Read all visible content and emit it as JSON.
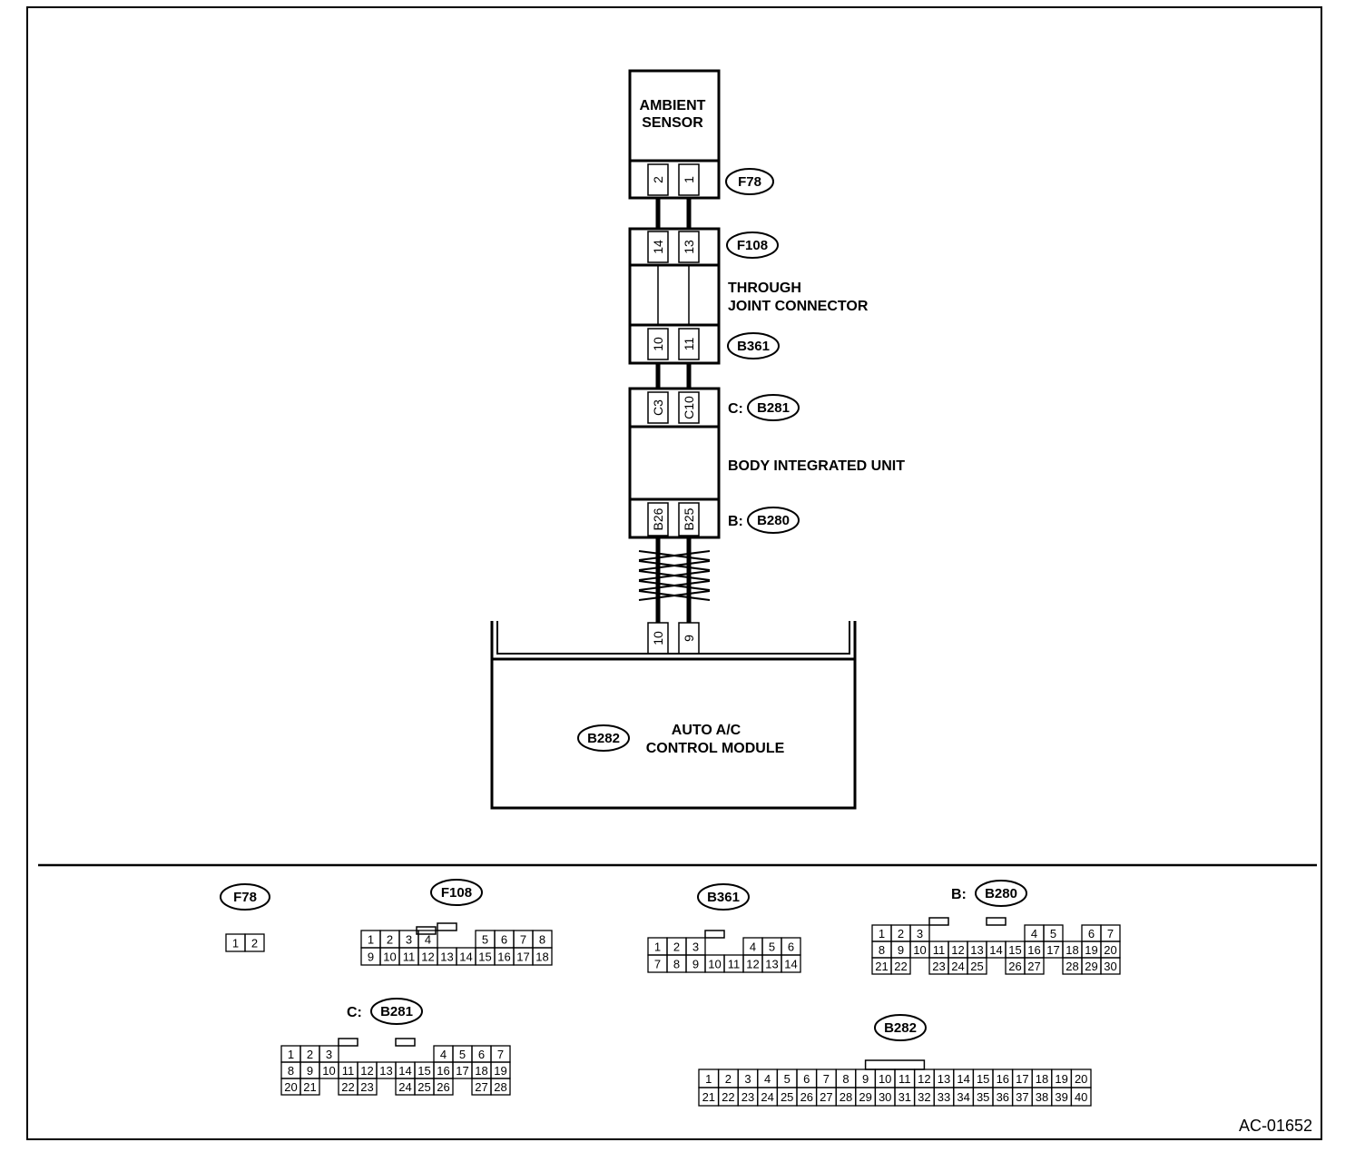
{
  "components": {
    "ambient_sensor": [
      "AMBIENT",
      "SENSOR"
    ],
    "through_joint": [
      "THROUGH",
      "JOINT CONNECTOR"
    ],
    "body_unit": "BODY INTEGRATED UNIT",
    "auto_ac": [
      "AUTO A/C",
      "CONTROL MODULE"
    ]
  },
  "connectors": {
    "f78": "F78",
    "f108": "F108",
    "b361": "B361",
    "b281": "B281",
    "b280": "B280",
    "b282": "B282",
    "prefix_c": "C:",
    "prefix_b": "B:"
  },
  "pins": {
    "f78": [
      "2",
      "1"
    ],
    "f108": [
      "14",
      "13"
    ],
    "b361": [
      "10",
      "11"
    ],
    "b281": [
      "C3",
      "C10"
    ],
    "b280": [
      "B26",
      "B25"
    ],
    "b282": [
      "10",
      "9"
    ]
  },
  "pinouts": {
    "f78": {
      "title": "F78",
      "rows": [
        [
          "1",
          "2"
        ]
      ]
    },
    "f108": {
      "title": "F108",
      "rows": [
        [
          "1",
          "2",
          "3",
          "4",
          "",
          "",
          "5",
          "6",
          "7",
          "8"
        ],
        [
          "9",
          "10",
          "11",
          "12",
          "13",
          "14",
          "15",
          "16",
          "17",
          "18"
        ]
      ]
    },
    "b361": {
      "title": "B361",
      "rows": [
        [
          "1",
          "2",
          "3",
          "",
          "",
          "4",
          "5",
          "6"
        ],
        [
          "7",
          "8",
          "9",
          "10",
          "11",
          "12",
          "13",
          "14"
        ]
      ]
    },
    "b280": {
      "prefix": "B:",
      "title": "B280",
      "rows": [
        [
          "1",
          "2",
          "3",
          "",
          "",
          "",
          "",
          "",
          "4",
          "5",
          "",
          "6",
          "7"
        ],
        [
          "8",
          "9",
          "10",
          "11",
          "12",
          "13",
          "14",
          "15",
          "16",
          "17",
          "18",
          "19",
          "20"
        ],
        [
          "21",
          "22",
          "",
          "23",
          "24",
          "25",
          "",
          "26",
          "27",
          "",
          "28",
          "29",
          "30"
        ]
      ]
    },
    "b281": {
      "prefix": "C:",
      "title": "B281",
      "rows": [
        [
          "1",
          "2",
          "3",
          "",
          "",
          "",
          "",
          "",
          "4",
          "5",
          "6",
          "7"
        ],
        [
          "8",
          "9",
          "10",
          "11",
          "12",
          "13",
          "14",
          "15",
          "16",
          "17",
          "18",
          "19"
        ],
        [
          "20",
          "21",
          "",
          "22",
          "23",
          "",
          "24",
          "25",
          "26",
          "",
          "27",
          "28"
        ]
      ]
    },
    "b282": {
      "title": "B282",
      "rows": [
        [
          "1",
          "2",
          "3",
          "4",
          "5",
          "6",
          "7",
          "8",
          "9",
          "10",
          "11",
          "12",
          "13",
          "14",
          "15",
          "16",
          "17",
          "18",
          "19",
          "20"
        ],
        [
          "21",
          "22",
          "23",
          "24",
          "25",
          "26",
          "27",
          "28",
          "29",
          "30",
          "31",
          "32",
          "33",
          "34",
          "35",
          "36",
          "37",
          "38",
          "39",
          "40"
        ]
      ]
    }
  },
  "figure_ref": "AC-01652"
}
